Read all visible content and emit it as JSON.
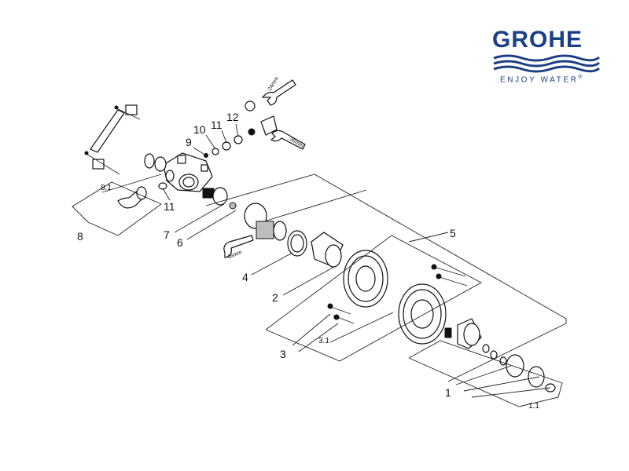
{
  "logo": {
    "brand": "GROHE",
    "tagline": "ENJOY WATER",
    "registered_mark": "®",
    "color": "#1b3f87"
  },
  "diagram": {
    "part_labels": [
      "1",
      "1.1",
      "2",
      "3",
      "3.1",
      "4",
      "5",
      "6",
      "7",
      "8",
      "8.1",
      "9",
      "10",
      "11",
      "11",
      "12"
    ],
    "tool_labels": [
      "24mm",
      "36mm",
      "46mm"
    ]
  }
}
